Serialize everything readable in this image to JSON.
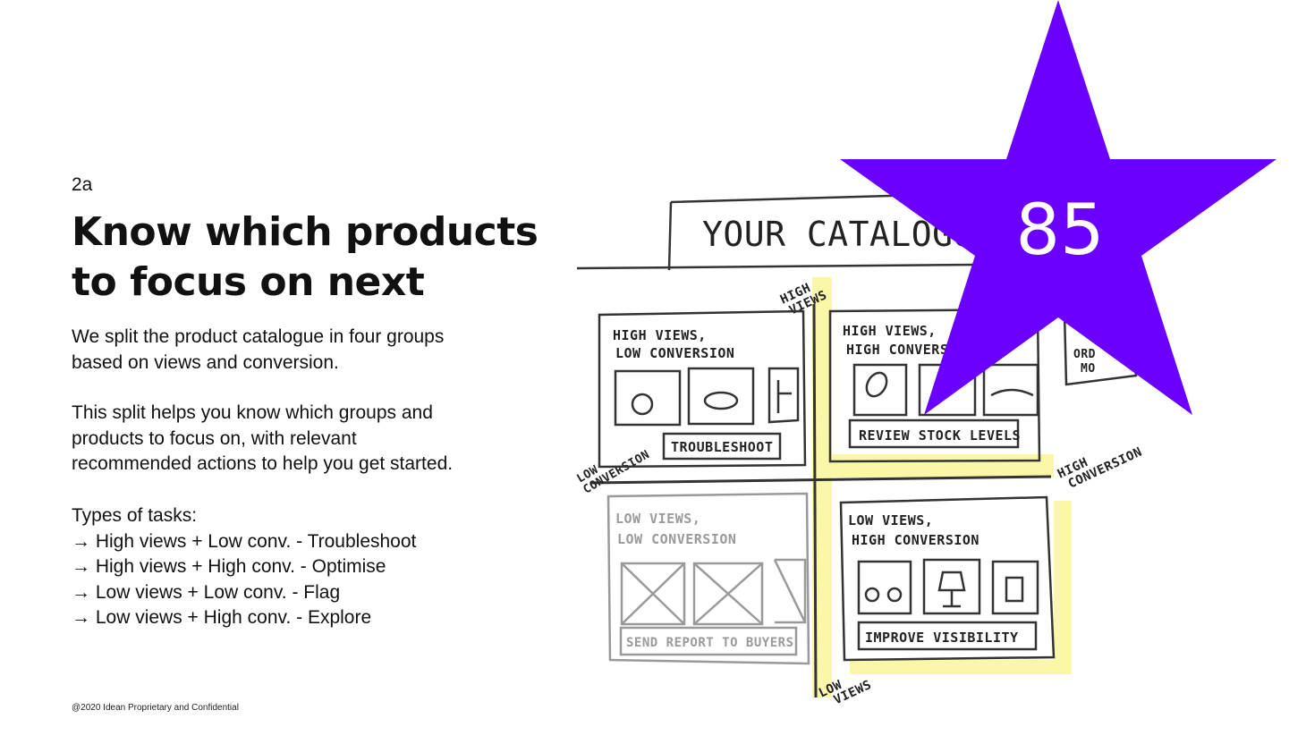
{
  "slide": {
    "section_number": "2a",
    "title_lines": [
      "Know which products",
      "to focus on next"
    ],
    "paragraph1": [
      "We split the product catalogue in four groups",
      "based on views and conversion."
    ],
    "paragraph2": [
      "This split helps you know which groups and",
      "products to focus on, with relevant",
      "recommended actions to help you get started."
    ],
    "tasks_heading": "Types of tasks:",
    "tasks": [
      "→ High views + Low conv. - Troubleshoot",
      "→ High views + High conv. - Optimise",
      "→ Low views + Low conv. - Flag",
      "→ Low views + High conv. - Explore"
    ],
    "footer": "@2020 Idean Proprietary and Confidential"
  },
  "sketch": {
    "header": "YOUR CATALOGU",
    "axis": {
      "top": [
        "HIGH",
        "VIEWS"
      ],
      "bottom": [
        "LOW",
        "VIEWS"
      ],
      "left": [
        "LOW",
        "CONVERSION"
      ],
      "right": [
        "HIGH",
        "CONVERSION"
      ]
    },
    "quadrants": {
      "tl": {
        "lines": [
          "HIGH VIEWS,",
          "LOW CONVERSION"
        ],
        "action": "TROUBLESHOOT"
      },
      "tr": {
        "lines": [
          "HIGH VIEWS,",
          "HIGH CONVERS"
        ],
        "action": "REVIEW STOCK LEVELS"
      },
      "bl": {
        "lines": [
          "LOW VIEWS,",
          "LOW CONVERSION"
        ],
        "action": "SEND REPORT TO BUYERS"
      },
      "br": {
        "lines": [
          "LOW VIEWS,",
          "HIGH CONVERSION"
        ],
        "action": "IMPROVE VISIBILITY"
      }
    },
    "partial_edge_text": [
      "ORD",
      "MO"
    ],
    "highlight_color": "#fbf7a8"
  },
  "badge": {
    "value": "85",
    "color": "#6a00ff",
    "shape": "star"
  }
}
